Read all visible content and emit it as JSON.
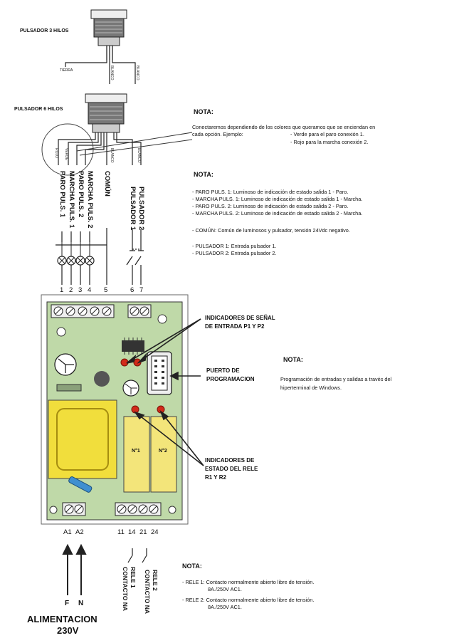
{
  "labels": {
    "pulsador_3": "PULSADOR 3 HILOS",
    "pulsador_6": "PULSADOR 6 HILOS",
    "tierra": "TIERRA",
    "wire_tag": "BLANCO",
    "wire_tags_small": [
      "ROJO",
      "VERDE",
      "BLANCO"
    ],
    "vertical": [
      "PARO PULS. 1",
      "MARCHA PULS. 1",
      "PARO PULS. 2",
      "MARCHA PULS. 2",
      "COMÚN",
      "PULSADOR 1",
      "PULSADOR 2"
    ],
    "terminals_top": [
      "1",
      "2",
      "3",
      "4",
      "5",
      "6",
      "7"
    ],
    "ind_senal_1": "INDICADORES DE SEÑAL",
    "ind_senal_2": "DE ENTRADA P1 Y P2",
    "puerto_1": "PUERTO DE",
    "puerto_2": "PROGRAMACION",
    "ind_estado_1": "INDICADORES DE",
    "ind_estado_2": "ESTADO DEL RELE",
    "ind_estado_3": "R1 Y R2",
    "relay_1": "N°1",
    "relay_2": "N°2",
    "terminals_bottom": [
      "A1",
      "A2",
      "11",
      "14",
      "21",
      "24"
    ],
    "f": "F",
    "n": "N",
    "rele1_vertical": [
      "RELE 1",
      "CONTACTO NA"
    ],
    "rele2_vertical": [
      "RELE 2",
      "CONTACTO NA"
    ],
    "alim_1": "ALIMENTACION",
    "alim_2": "230V"
  },
  "nota1": {
    "title": "NOTA:",
    "l1": "Conectaremos dependiendo de los colores que queramos que se enciendan en",
    "l2": "cada opción. Ejemplo:",
    "l2b": "- Verde para el paro conexión 1.",
    "l3": "- Rojo para la marcha conexión 2."
  },
  "nota2": {
    "title": "NOTA:",
    "lines": [
      "- PARO PULS. 1: Luminoso de indicación de estado salida 1 - Paro.",
      "- MARCHA PULS. 1: Luminoso de indicación de estado salida 1 - Marcha.",
      "- PARO PULS. 2: Luminoso de indicación de estado salida 2 - Paro.",
      "- MARCHA PULS. 2: Luminoso de indicación de estado salida 2 - Marcha.",
      "",
      "- COMÚN: Común de luminosos y pulsador, tensión 24Vdc negativo.",
      "",
      "- PULSADOR 1: Entrada pulsador 1.",
      "- PULSADOR 2: Entrada pulsador 2."
    ]
  },
  "nota3": {
    "title": "NOTA:",
    "l1": "Programación de entradas y salidas a través del",
    "l2": "hiperterminal de Windows."
  },
  "nota4": {
    "title": "NOTA:",
    "lines": [
      "- RELE 1: Contacto normalmente abierto libre de tensión.",
      "8A./250V AC1.",
      "- RELE 2: Contacto normalmente abierto libre de tensión.",
      "8A./250V AC1."
    ]
  },
  "colors": {
    "board": "#bfd9a8",
    "relay": "#f3e57a",
    "transformer": "#f1de3c",
    "led": "#d22a1a",
    "ribbon": "#3f8fd0"
  },
  "icons": [
    "pushbutton-icon",
    "lamp-icon",
    "switch-icon",
    "arrow-icon",
    "led-icon",
    "potentiometer-icon",
    "connector-icon"
  ]
}
